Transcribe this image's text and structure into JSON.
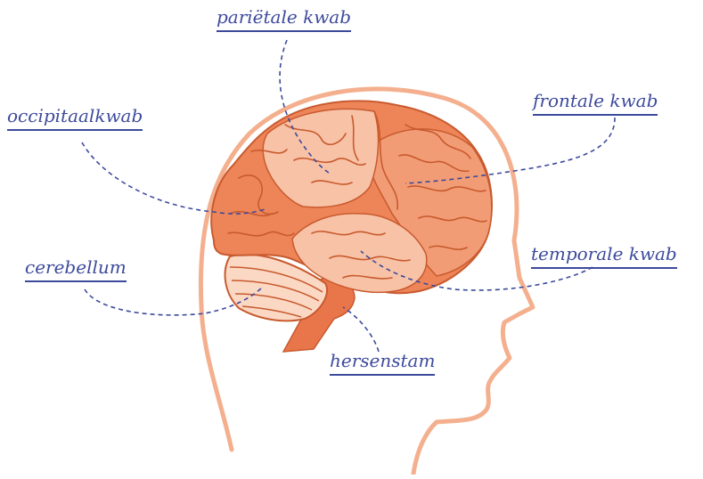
{
  "labels": {
    "parietal": "pariëtale kwab",
    "occipital": "occipitaalkwab",
    "frontal": "frontale kwab",
    "temporal": "temporale kwab",
    "cerebellum": "cerebellum",
    "brainstem": "hersenstam"
  },
  "colors": {
    "label": "#3d4a9c",
    "leader": "#3d4a9c",
    "head_outline": "#f4b08e",
    "brain_dark": "#ee8558",
    "brain_mid": "#f29c76",
    "brain_light": "#f8c2a6",
    "brain_lines": "#c85a2e",
    "cerebellum_fill": "#fbd8c4",
    "stem": "#e9764a"
  }
}
